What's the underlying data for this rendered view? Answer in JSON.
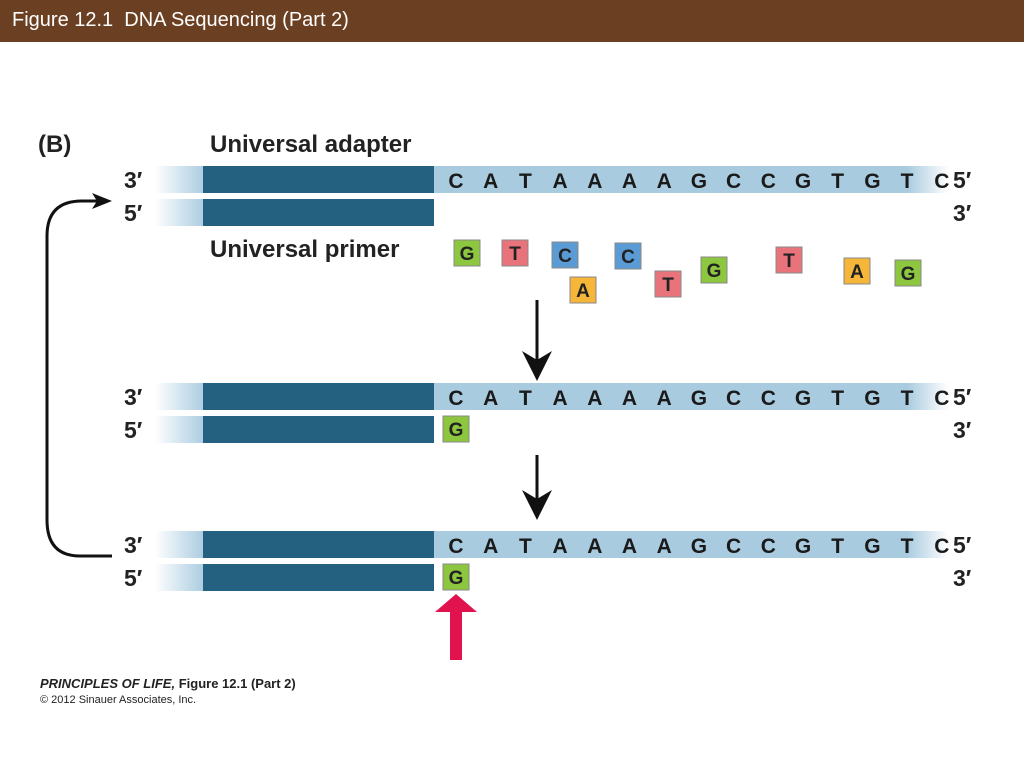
{
  "header": {
    "title": "Figure 12.1  DNA Sequencing (Part 2)",
    "bar_color": "#6b3f22"
  },
  "panel_label": "(B)",
  "labels": {
    "universal_adapter": "Universal adapter",
    "universal_primer": "Universal primer",
    "three_prime": "3′",
    "five_prime": "5′"
  },
  "template_sequence": [
    "C",
    "A",
    "T",
    "A",
    "A",
    "A",
    "A",
    "G",
    "C",
    "C",
    "G",
    "T",
    "G",
    "T",
    "C"
  ],
  "added_nucleotide": "G",
  "free_nucleotides": [
    {
      "base": "G",
      "row": "upper"
    },
    {
      "base": "T",
      "row": "upper"
    },
    {
      "base": "C",
      "row": "upper"
    },
    {
      "base": "A",
      "row": "lower"
    },
    {
      "base": "C",
      "row": "upper"
    },
    {
      "base": "T",
      "row": "lower"
    },
    {
      "base": "G",
      "row": "upper"
    },
    {
      "base": "T",
      "row": "upper"
    },
    {
      "base": "A",
      "row": "upper"
    },
    {
      "base": "G",
      "row": "upper"
    }
  ],
  "base_colors": {
    "G": "#8dc63f",
    "T": "#e8737a",
    "C": "#5b9bd5",
    "A": "#f5b63a"
  },
  "strand_colors": {
    "adapter": "#24607f",
    "template": "#a9cbe0",
    "arrow_red": "#e0134f"
  },
  "footer": {
    "book_title": "PRINCIPLES OF LIFE,",
    "figure_ref": "Figure 12.1 (Part 2)",
    "copyright": "© 2012 Sinauer Associates, Inc."
  }
}
